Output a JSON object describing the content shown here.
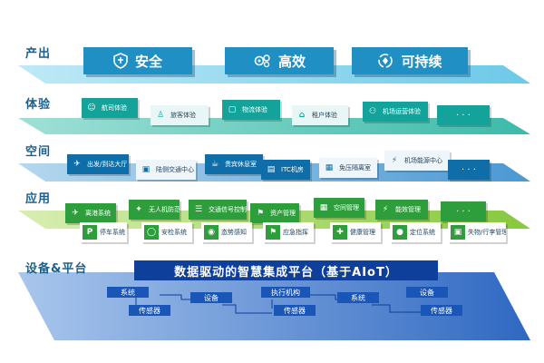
{
  "layers": {
    "output": "产出",
    "experience": "体验",
    "space": "空间",
    "application": "应用",
    "platform": "设备&平台"
  },
  "output_items": [
    {
      "label": "安全",
      "icon": "shield-icon"
    },
    {
      "label": "高效",
      "icon": "gears-icon"
    },
    {
      "label": "可持续",
      "icon": "cycle-icon"
    }
  ],
  "experience_items": [
    {
      "label": "航司体验",
      "icon": "pilot-icon"
    },
    {
      "label": "旅客体验",
      "icon": "traveler-icon"
    },
    {
      "label": "物流体验",
      "icon": "box-icon"
    },
    {
      "label": "租户体验",
      "icon": "shop-icon"
    },
    {
      "label": "机场运营体验",
      "icon": "team-icon"
    },
    {
      "label": "· · ·",
      "icon": ""
    }
  ],
  "space_items": [
    {
      "label": "出发/到达大厅",
      "icon": "plane-icon"
    },
    {
      "label": "陆侧交通中心",
      "icon": "bus-icon"
    },
    {
      "label": "贵宾休息室",
      "icon": "lounge-icon"
    },
    {
      "label": "ITC机房",
      "icon": "server-icon"
    },
    {
      "label": "免压隔离室",
      "icon": "room-icon"
    },
    {
      "label": "机场能源中心",
      "icon": "energy-icon"
    },
    {
      "label": "· · ·",
      "icon": ""
    }
  ],
  "application_items_row1": [
    {
      "label": "离港系统",
      "icon": "plane-icon"
    },
    {
      "label": "无人机防范",
      "icon": "drone-icon"
    },
    {
      "label": "交通信号控制",
      "icon": "signal-icon"
    },
    {
      "label": "资产管理",
      "icon": "asset-icon"
    },
    {
      "label": "空间管理",
      "icon": "space-icon"
    },
    {
      "label": "能效管理",
      "icon": "energy-icon"
    },
    {
      "label": "· · ·",
      "icon": ""
    }
  ],
  "application_items_row2": [
    {
      "label": "停车系统",
      "icon": "parking-icon"
    },
    {
      "label": "安检系统",
      "icon": "security-icon"
    },
    {
      "label": "态势感知",
      "icon": "radar-icon"
    },
    {
      "label": "应急指挥",
      "icon": "flag-icon"
    },
    {
      "label": "健康管理",
      "icon": "health-icon"
    },
    {
      "label": "定位系统",
      "icon": "location-icon"
    },
    {
      "label": "失物/行李管理",
      "icon": "luggage-icon"
    }
  ],
  "platform": {
    "title": "数据驱动的智慧集成平台（基于AIoT）",
    "nodes": [
      "系统",
      "设备",
      "执行机构",
      "系统",
      "设备",
      "传感器",
      "传感器",
      "传感器"
    ]
  },
  "colors": {
    "output_layer": "#7fd0ea",
    "experience_layer": "#52c3b4",
    "space_layer": "#5fa8d8",
    "application_layer": "#9bd24f",
    "platform_layer": "#3c73c7",
    "platform_title": "#0d3f9b"
  }
}
